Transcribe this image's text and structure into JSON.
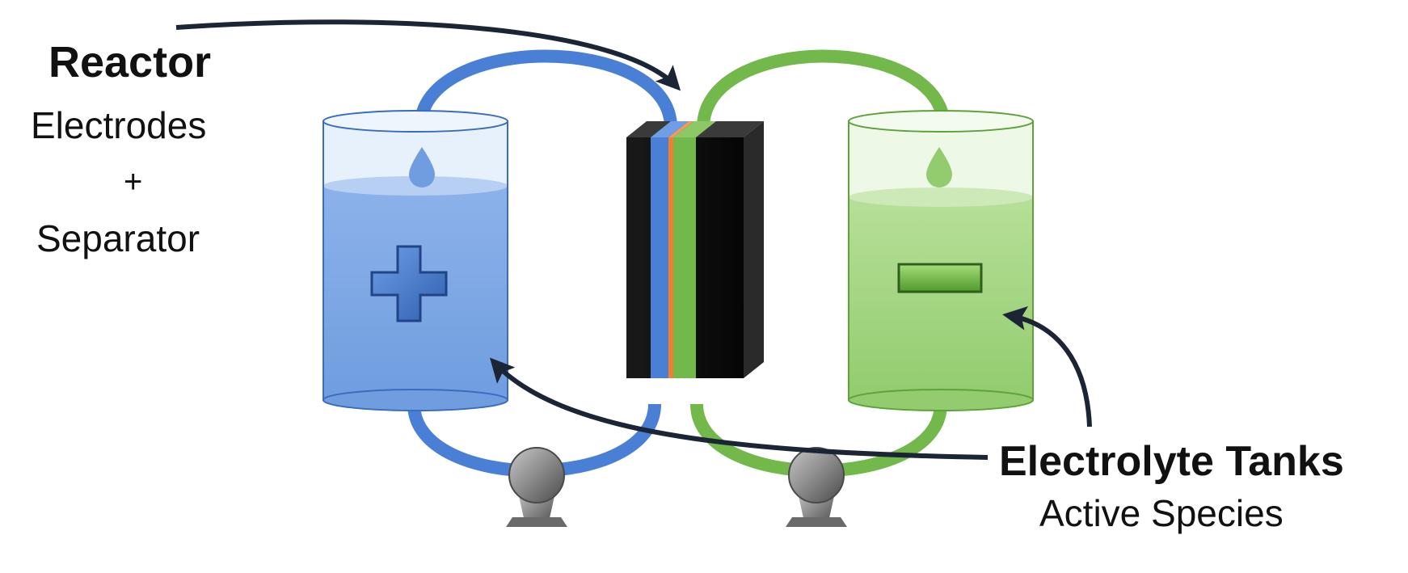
{
  "reactor": {
    "title": "Reactor",
    "line1": "Electrodes",
    "plus": "+",
    "line2": "Separator"
  },
  "tanks": {
    "title": "Electrolyte Tanks",
    "subtitle": "Active Species"
  },
  "colors": {
    "positive_electrolyte": "#4a7fd6",
    "negative_electrolyte": "#72b84a",
    "membrane": "#f07f2f",
    "cell_body": "#111111",
    "pump": "#808080",
    "arrow": "#1c2535"
  },
  "icons": {
    "positive_tank": "plus-sign",
    "negative_tank": "minus-sign",
    "droplets": "droplet",
    "pumps": "pump"
  }
}
